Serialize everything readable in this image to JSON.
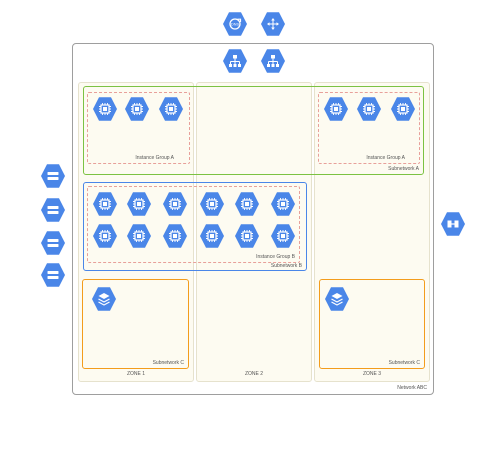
{
  "network": {
    "label": "Network ABC"
  },
  "zones": [
    {
      "label": "ZONE 1"
    },
    {
      "label": "ZONE 2"
    },
    {
      "label": "ZONE 3"
    }
  ],
  "subnets": {
    "a_left_group": "Instance Group A",
    "a_right_group": "Instance Group A",
    "a": "Subnetwork A",
    "b_group": "Instance Group B",
    "b": "Subnetwork B",
    "c_left": "Subnetwork C",
    "c_right": "Subnetwork C"
  },
  "icons": {
    "top_row_1": [
      "cloud-dns-icon",
      "cloud-router-icon"
    ],
    "top_row_2": [
      "load-balancer-icon",
      "load-balancer-icon"
    ],
    "left_column": [
      "server-icon",
      "server-icon",
      "server-icon",
      "server-icon"
    ],
    "right": "vpn-gateway-icon",
    "instance": "compute-instance-icon",
    "storage": "layered-storage-icon"
  },
  "colors": {
    "icon_fill": "#4a86e8",
    "subnet_a": "#7cc242",
    "subnet_b": "#4a86e8",
    "subnet_c": "#f39c1c",
    "instance_group_border": "#e8a09a",
    "zone_fill": "#fdfbf1"
  }
}
